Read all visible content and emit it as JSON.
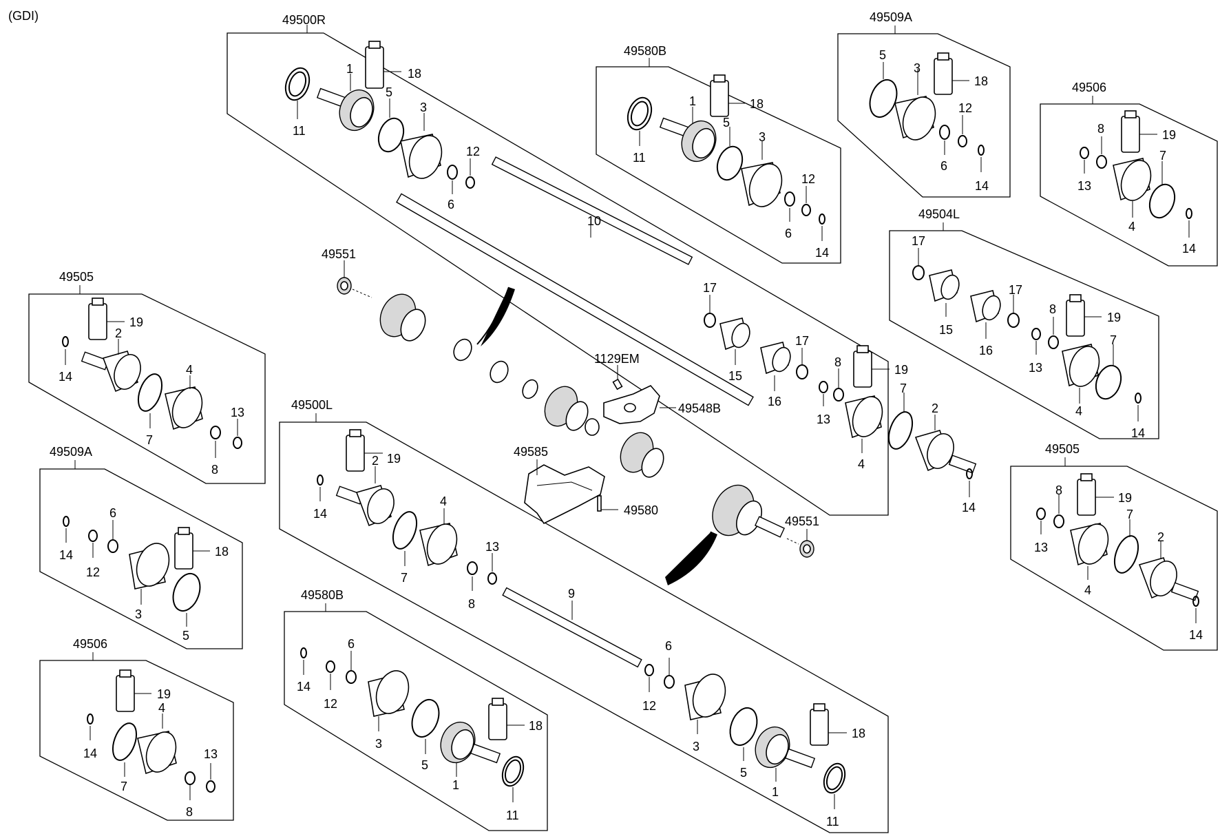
{
  "header_label": "(GDI)",
  "assemblies": [
    {
      "code": "49500R",
      "parts": [
        "1",
        "5",
        "18",
        "3",
        "11",
        "12",
        "6",
        "14",
        "10"
      ]
    },
    {
      "code": "49580B",
      "parts": [
        "1",
        "18",
        "5",
        "11",
        "3",
        "12",
        "6",
        "14"
      ]
    },
    {
      "code": "49509A",
      "parts": [
        "5",
        "3",
        "18",
        "12",
        "6",
        "14"
      ]
    },
    {
      "code": "49506",
      "parts": [
        "8",
        "19",
        "7",
        "13",
        "4",
        "14"
      ]
    },
    {
      "code": "49504L",
      "parts": [
        "17",
        "15",
        "16",
        "8",
        "19",
        "13",
        "7",
        "4",
        "14"
      ]
    },
    {
      "code": "49505",
      "parts": [
        "19",
        "2",
        "14",
        "4",
        "7",
        "13",
        "8"
      ]
    },
    {
      "code": "49509A",
      "parts": [
        "6",
        "14",
        "12",
        "18",
        "3",
        "5"
      ]
    },
    {
      "code": "49506",
      "parts": [
        "19",
        "4",
        "14",
        "7",
        "13",
        "8"
      ]
    },
    {
      "code": "49500L",
      "parts": [
        "19",
        "2",
        "14",
        "4",
        "7",
        "13",
        "8",
        "9"
      ]
    },
    {
      "code": "49580B",
      "parts": [
        "6",
        "14",
        "12",
        "18",
        "3",
        "5",
        "1",
        "11"
      ]
    },
    {
      "code": "49505",
      "parts": [
        "8",
        "19",
        "13",
        "7",
        "2",
        "4",
        "14"
      ]
    },
    {
      "code": "49500R",
      "parts": [
        "17",
        "8",
        "19",
        "15",
        "16",
        "13",
        "7",
        "2",
        "4",
        "14"
      ]
    }
  ],
  "center_parts": {
    "dust_cap_top": "49551",
    "dust_cap_bottom": "49551",
    "bolt": "1129EM",
    "bracket": "49548B",
    "heat_shield": "49585",
    "shield_bolt": "49580"
  },
  "labels": {
    "a_49500R": "49500R",
    "a_49580B": "49580B",
    "a_49509A_tr": "49509A",
    "a_49506_tr": "49506",
    "a_49504L": "49504L",
    "a_49505_l": "49505",
    "a_49509A_l": "49509A",
    "a_49506_l": "49506",
    "a_49500L": "49500L",
    "a_49580B_b": "49580B",
    "a_49505_r": "49505",
    "p1": "1",
    "p2": "2",
    "p3": "3",
    "p4": "4",
    "p5": "5",
    "p6": "6",
    "p7": "7",
    "p8": "8",
    "p9": "9",
    "p10": "10",
    "p11": "11",
    "p12": "12",
    "p13": "13",
    "p14": "14",
    "p15": "15",
    "p16": "16",
    "p17": "17",
    "p18": "18",
    "p19": "19"
  }
}
